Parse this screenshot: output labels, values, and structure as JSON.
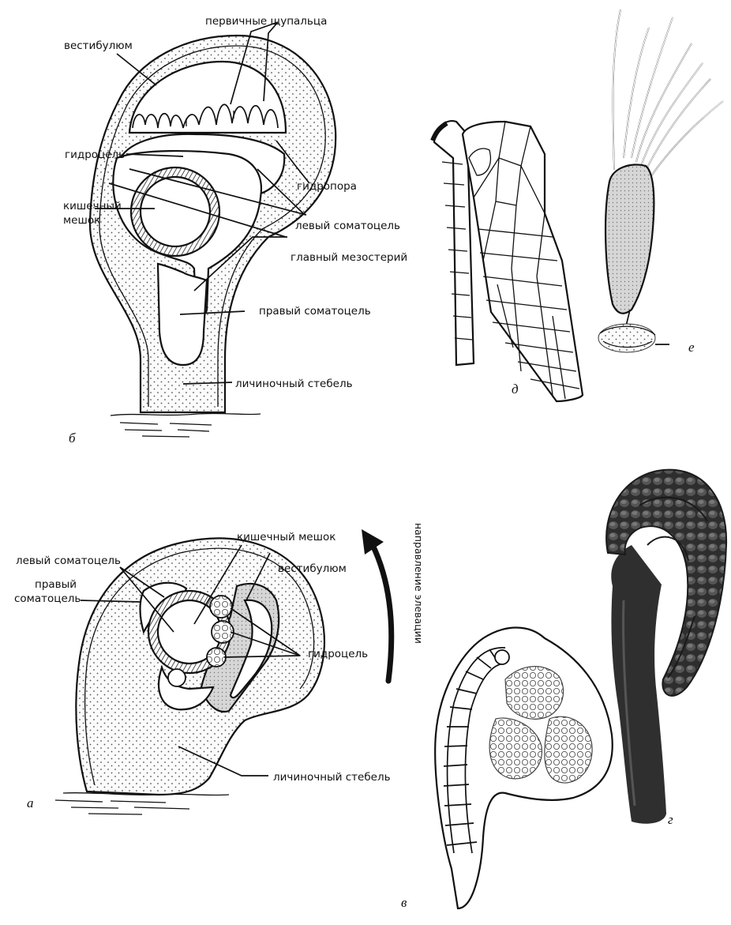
{
  "panel_letters": {
    "a": "а",
    "b": "б",
    "v": "в",
    "g": "г",
    "d": "д",
    "e": "е"
  },
  "panel_b": {
    "primary_tentacles": "первичные щупальца",
    "vestibulum": "вестибулюм",
    "hydrocoel": "гидроцель",
    "hydropore": "гидропора",
    "gut_sac": "кишечный\nмешок",
    "left_somatocoel": "левый соматоцель",
    "main_mesentery": "главный мезостерий",
    "right_somatocoel": "правый соматоцель",
    "larval_stalk": "личиночный стебель"
  },
  "panel_a": {
    "gut_sac": "кишечный мешок",
    "left_somatocoel": "левый соматоцель",
    "right_somatocoel": "правый\nсоматоцель",
    "vestibulum": "вестибулюм",
    "hydrocoel": "гидроцель",
    "larval_stalk": "личиночный стебель",
    "elevation_direction": "направление элевации"
  },
  "colors": {
    "ink": "#111111",
    "stipple_fill": "#f3f3f3",
    "shaded_fill": "#cfcfcf",
    "photo_dark": "#3a3a3a"
  }
}
